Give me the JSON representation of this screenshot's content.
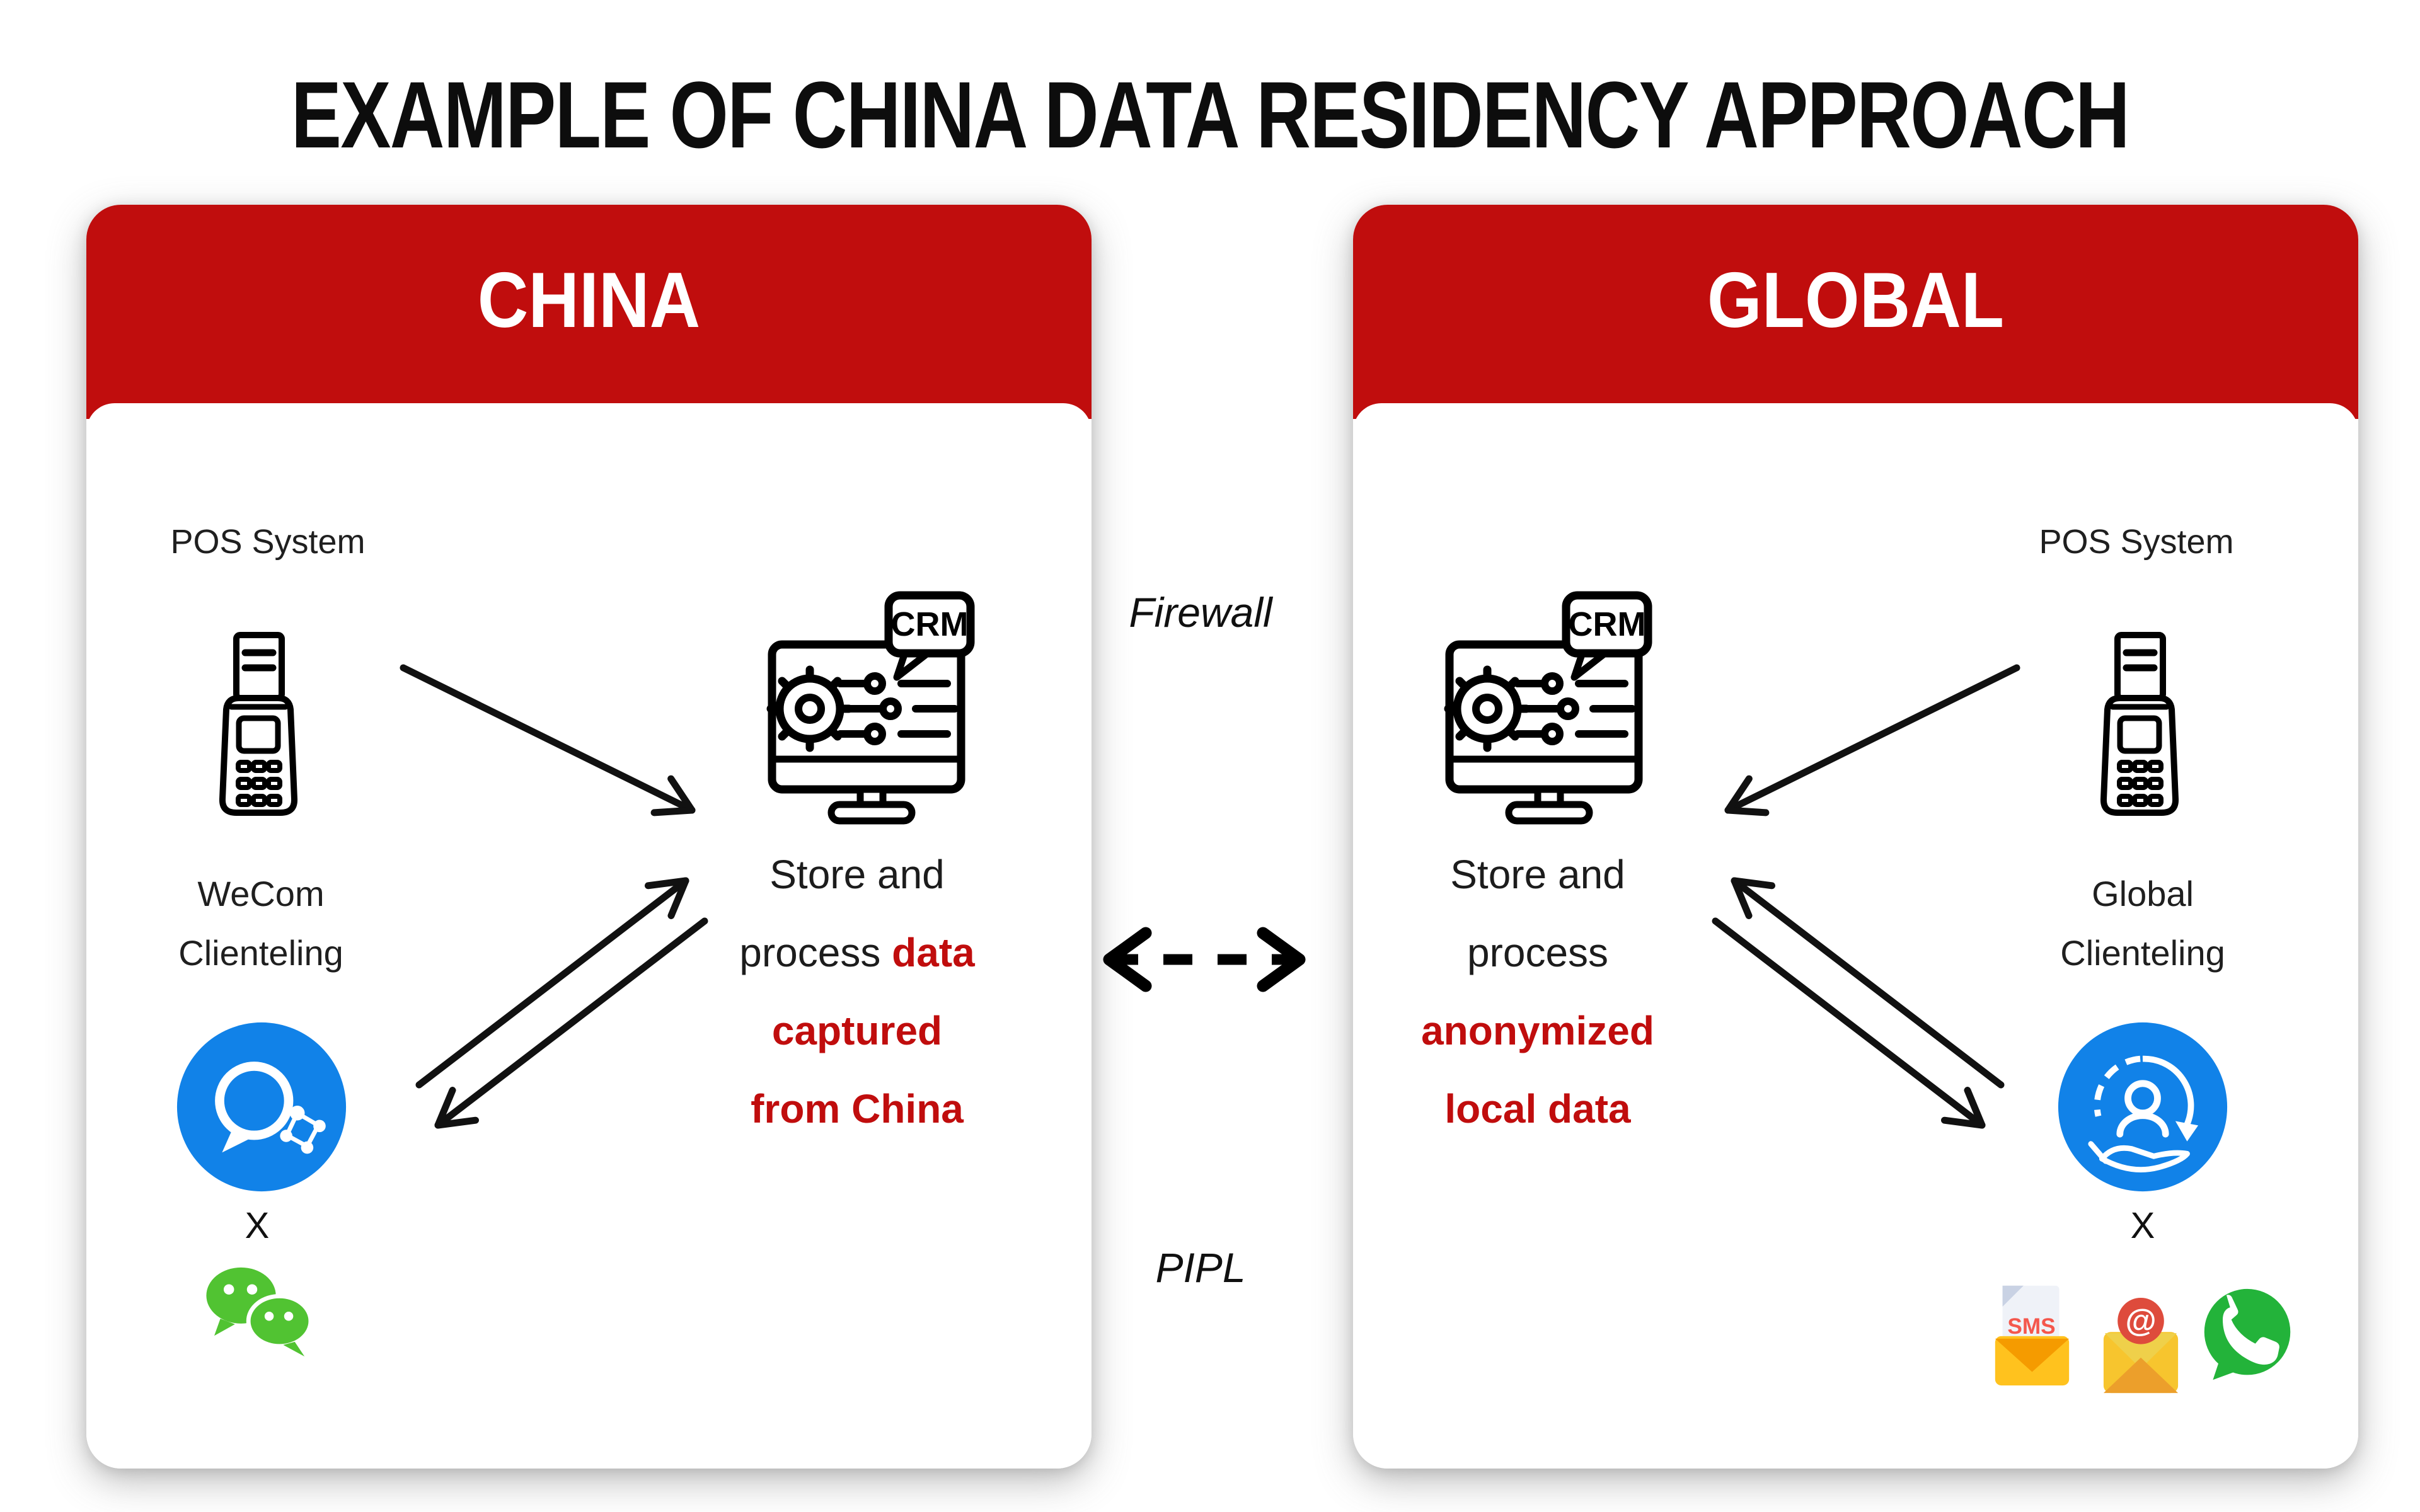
{
  "title": "EXAMPLE OF CHINA DATA RESIDENCY APPROACH",
  "colors": {
    "brand_red": "#C00D0D",
    "highlight_red": "#C00D0D",
    "accent_blue": "#1182E8",
    "wechat_green": "#51C332",
    "whatsapp_green": "#23B33A",
    "envelope_yellow": "#FFC21E",
    "at_badge_red": "#DE4B3C"
  },
  "china": {
    "header": "CHINA",
    "pos_label": "POS System",
    "crm_badge": "CRM",
    "store_lines": [
      [
        {
          "t": "Store and"
        }
      ],
      [
        {
          "t": "process "
        },
        {
          "t": "data",
          "red": true
        }
      ],
      [
        {
          "t": "captured",
          "red": true
        }
      ],
      [
        {
          "t": "from China",
          "red": true
        }
      ]
    ],
    "clienteling_label_line1": "WeCom",
    "clienteling_label_line2": "Clienteling",
    "x_mark": "X",
    "icons": [
      "pos-terminal-icon",
      "crm-monitor-icon",
      "wecom-icon",
      "wechat-icon"
    ]
  },
  "middle": {
    "firewall_label": "Firewall",
    "pipl_label": "PIPL"
  },
  "global": {
    "header": "GLOBAL",
    "pos_label": "POS System",
    "crm_badge": "CRM",
    "store_lines": [
      [
        {
          "t": "Store and"
        }
      ],
      [
        {
          "t": "process"
        }
      ],
      [
        {
          "t": "anonymized",
          "red": true
        }
      ],
      [
        {
          "t": "local data",
          "red": true
        }
      ]
    ],
    "clienteling_label_line1": "Global",
    "clienteling_label_line2": "Clienteling",
    "x_mark": "X",
    "sms_label": "SMS",
    "at_symbol": "@",
    "icons": [
      "pos-terminal-icon",
      "crm-monitor-icon",
      "global-clienteling-icon",
      "sms-envelope-icon",
      "email-at-icon",
      "whatsapp-icon"
    ]
  }
}
